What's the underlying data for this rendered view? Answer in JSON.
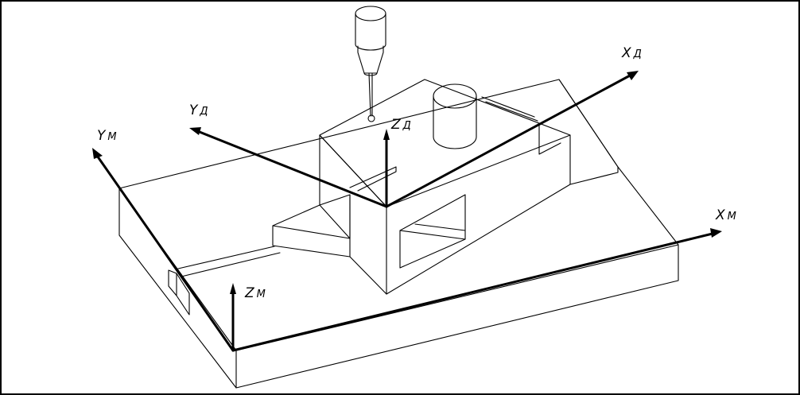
{
  "axes": {
    "machine_x": {
      "main": "X",
      "sub": "М"
    },
    "machine_y": {
      "main": "Y",
      "sub": "М"
    },
    "machine_z": {
      "main": "Z",
      "sub": "М"
    },
    "part_x": {
      "main": "X",
      "sub": "Д"
    },
    "part_y": {
      "main": "Y",
      "sub": "Д"
    },
    "part_z": {
      "main": "Z",
      "sub": "Д"
    }
  }
}
